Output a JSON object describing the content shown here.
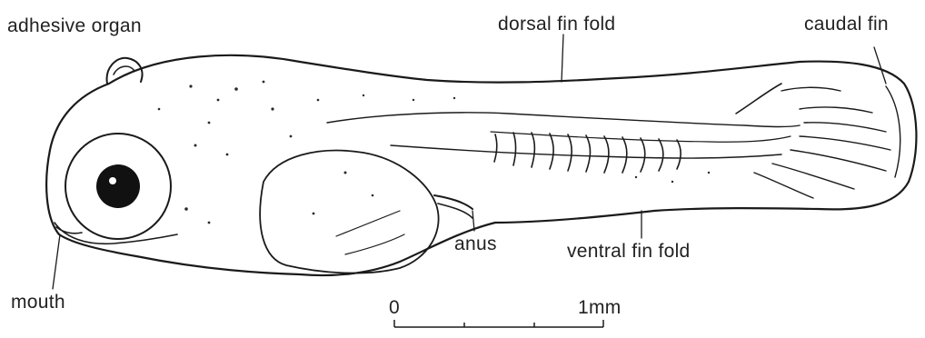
{
  "labels": {
    "adhesive_organ": "adhesive organ",
    "dorsal_fin_fold": "dorsal fin fold",
    "caudal_fin": "caudal fin",
    "anus": "anus",
    "ventral_fin_fold": "ventral fin fold",
    "mouth": "mouth"
  },
  "scale_bar": {
    "start_label": "0",
    "end_label": "1mm"
  }
}
